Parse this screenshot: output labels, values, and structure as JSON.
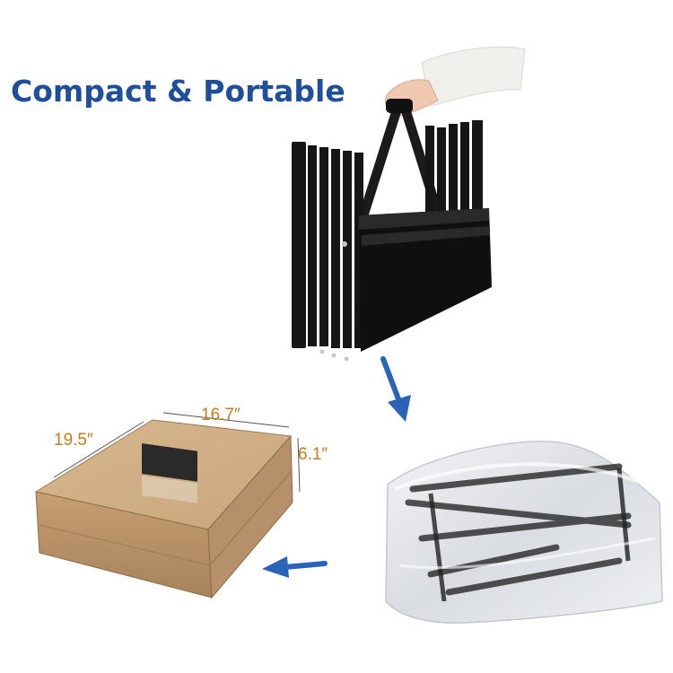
{
  "title": "Compact & Portable",
  "dimensions": {
    "length": "19.5″",
    "width": "16.7″",
    "height": "6.1″"
  },
  "colors": {
    "title": "#1f4e9a",
    "arrow": "#2a63b8",
    "dimension_text": "#c77a1a",
    "box": "#c9a57b",
    "stool": "#141414"
  }
}
